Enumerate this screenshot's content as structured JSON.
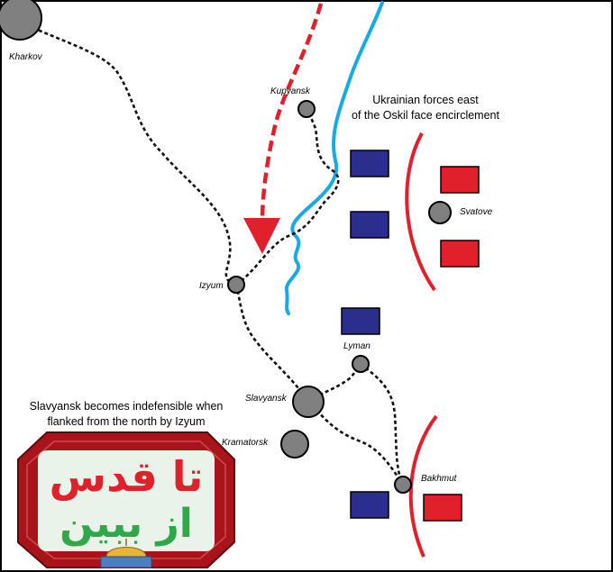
{
  "map": {
    "cities": {
      "kharkov": "Kharkov",
      "kupyansk": "Kupyansk",
      "svatove": "Svatove",
      "izyum": "Izyum",
      "lyman": "Lyman",
      "slavyansk": "Slavyansk",
      "kramatorsk": "Kramatorsk",
      "bakhmut": "Bakhmut"
    },
    "annotations": {
      "encirclement_line1": "Ukrainian forces east",
      "encirclement_line2": "of the Oskil face encirclement",
      "slavyansk_line1": "Slavyansk becomes indefensible when",
      "slavyansk_line2": "flanked from the north by Izyum"
    },
    "colors": {
      "ukrainian_units": "#2b2e8c",
      "russian_units": "#e0202a",
      "front_line": "#e0202a",
      "attack_arrow": "#e0202a",
      "river": "#19a9e6",
      "city": "#808080",
      "road": "#111111",
      "border": "#000000"
    }
  },
  "logo": {
    "line1": "تا قدس",
    "line2": "از ببین",
    "colors": {
      "frame": "#a8141a",
      "red_text": "#e0202a",
      "green_text": "#2fa84a"
    }
  }
}
